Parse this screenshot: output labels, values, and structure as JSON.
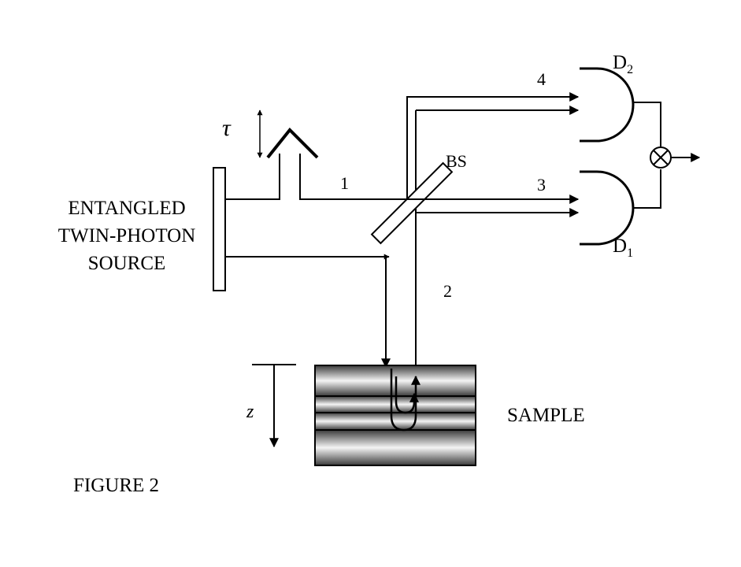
{
  "labels": {
    "source_line1": "ENTANGLED",
    "source_line2": "TWIN-PHOTON",
    "source_line3": "SOURCE",
    "tau": "τ",
    "beam_splitter": "BS",
    "path_1": "1",
    "path_2": "2",
    "path_3": "3",
    "path_4": "4",
    "detector_2_main": "D",
    "detector_2_sub": "2",
    "detector_1_main": "D",
    "detector_1_sub": "1",
    "depth": "z",
    "sample": "SAMPLE",
    "figure_caption": "FIGURE 2"
  },
  "colors": {
    "ink": "#000000",
    "sample_dark": "#3a3a3a",
    "sample_light": "#f4f4f4"
  }
}
